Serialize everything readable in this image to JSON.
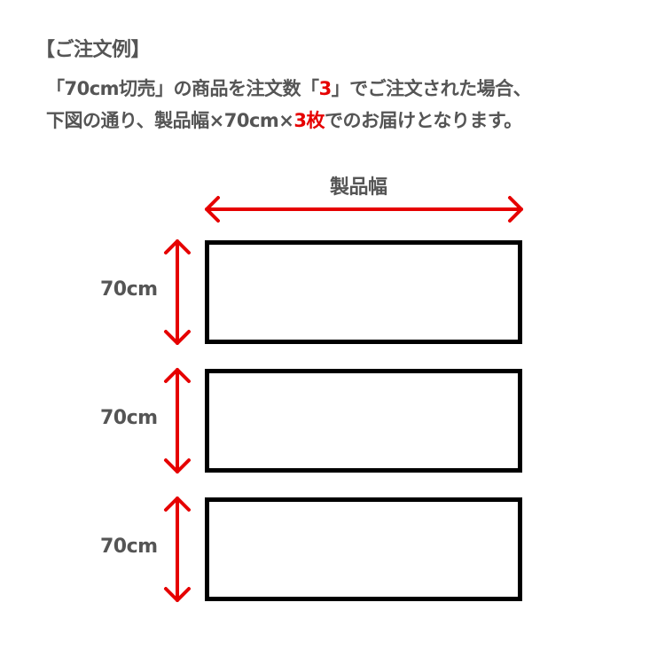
{
  "heading": "【ご注文例】",
  "line1": {
    "pre": "「70cm切売」の商品を注文数「",
    "qty": "3",
    "post": "」でご注文された場合、"
  },
  "line2": {
    "pre": "下図の通り、製品幅×70cm×",
    "qty": "3枚",
    "post": "でのお届けとなります。"
  },
  "diagram": {
    "width_label": "製品幅",
    "rows": [
      {
        "height_label": "70cm"
      },
      {
        "height_label": "70cm"
      },
      {
        "height_label": "70cm"
      }
    ],
    "colors": {
      "arrow": "#e60000",
      "box_border": "#000000",
      "text": "#555555"
    }
  }
}
